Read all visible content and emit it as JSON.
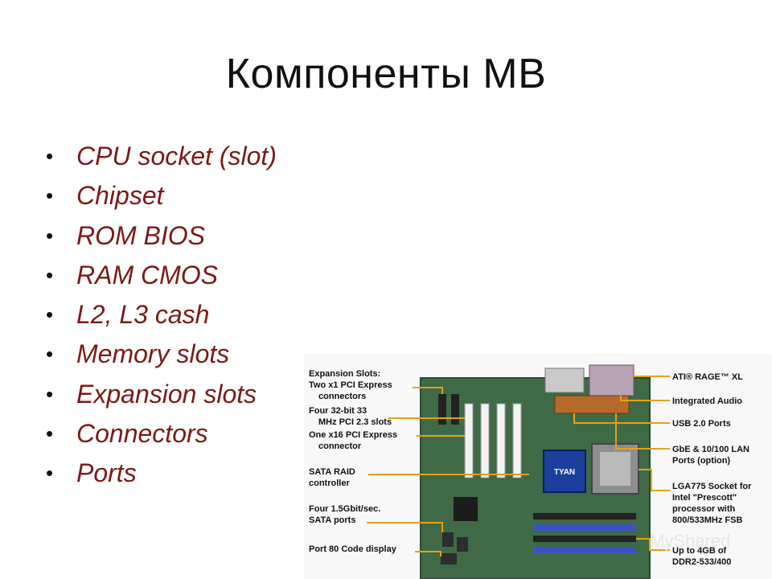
{
  "slide": {
    "title": "Компоненты МВ",
    "bullet_marker": "•",
    "bullets": [
      "CPU socket (slot)",
      "Chipset",
      "ROM BIOS",
      "RAM CMOS",
      "L2, L3 cash",
      "Memory slots",
      "Expansion slots",
      "Connectors",
      "Ports"
    ]
  },
  "figure": {
    "left_labels": [
      [
        "Expansion Slots:",
        "Two x1 PCI Express",
        "connectors"
      ],
      [
        "Four 32-bit 33",
        "MHz PCI 2.3 slots"
      ],
      [
        "One x16 PCI Express",
        "connector"
      ],
      [
        "SATA RAID",
        "controller"
      ],
      [
        "Four 1.5Gbit/sec.",
        "SATA ports"
      ],
      [
        "Port 80 Code display"
      ]
    ],
    "right_labels": [
      [
        "ATI® RAGE™ XL"
      ],
      [
        "Integrated Audio"
      ],
      [
        "USB 2.0 Ports"
      ],
      [
        "GbE & 10/100 LAN",
        "Ports (option)"
      ],
      [
        "LGA775 Socket for",
        "Intel \"Prescott\"",
        "processor with",
        "800/533MHz FSB"
      ],
      [
        "Up to 4GB of",
        "DDR2-533/400"
      ]
    ],
    "chip_logo": "TYAN",
    "watermark": "MyShared"
  },
  "colors": {
    "title": "#111111",
    "bullet_text": "#7a1a16",
    "board": "#3f6a45",
    "leader": "#e3a21a"
  }
}
